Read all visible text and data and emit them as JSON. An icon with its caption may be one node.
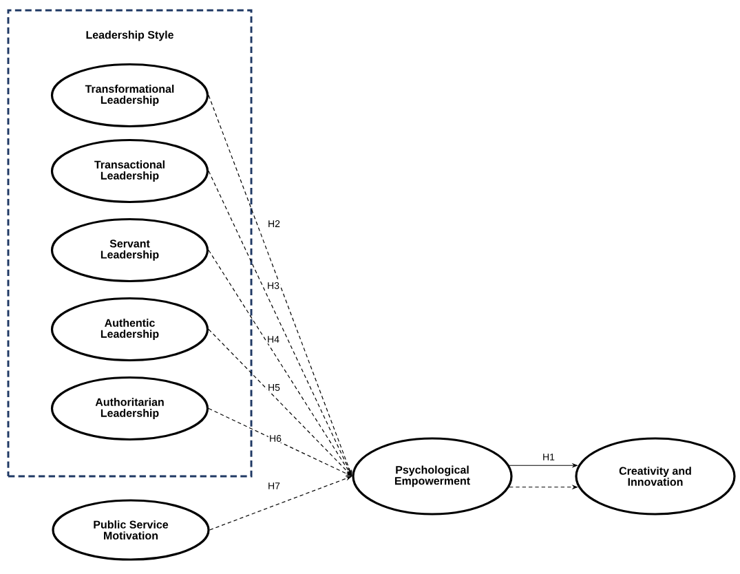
{
  "diagram": {
    "nodes": [
      {
        "text": [
          "Leadership Style"
        ]
      },
      {
        "text": [
          "Transformational Leadership"
        ],
        "in": 0
      },
      {
        "text": [
          "Transactional Leadership"
        ],
        "in": 0
      },
      {
        "text": [
          "Servant Leadership"
        ],
        "in": 0
      },
      {
        "text": [
          "Authentic Leadership"
        ],
        "in": 0
      },
      {
        "text": [
          "Authoritarian Leadership"
        ],
        "in": 0
      },
      {
        "text": [
          "Public Service Motivation"
        ]
      },
      {
        "text": [
          "Psychological Empowerment"
        ]
      },
      {
        "text": [
          "Creativity and Innovation"
        ]
      }
    ],
    "edges": [
      {
        "from": 1,
        "to": 7,
        "arrow": "to",
        "style": "dashed",
        "label": "H2"
      },
      {
        "from": 2,
        "to": 7,
        "arrow": "to",
        "style": "dashed",
        "label": "H3"
      },
      {
        "from": 3,
        "to": 7,
        "arrow": "to",
        "style": "dashed",
        "label": "H4"
      },
      {
        "from": 4,
        "to": 7,
        "arrow": "to",
        "style": "dashed",
        "label": "H5"
      },
      {
        "from": 5,
        "to": 7,
        "arrow": "to",
        "style": "dashed",
        "label": "H6"
      },
      {
        "from": 6,
        "to": 7,
        "arrow": "to",
        "style": "dashed",
        "label": "H7"
      },
      {
        "from": 7,
        "to": 8,
        "arrow": "to",
        "label": "H1"
      },
      {
        "from": 7,
        "to": 8,
        "arrow": "to",
        "style": "dashed"
      }
    ]
  }
}
